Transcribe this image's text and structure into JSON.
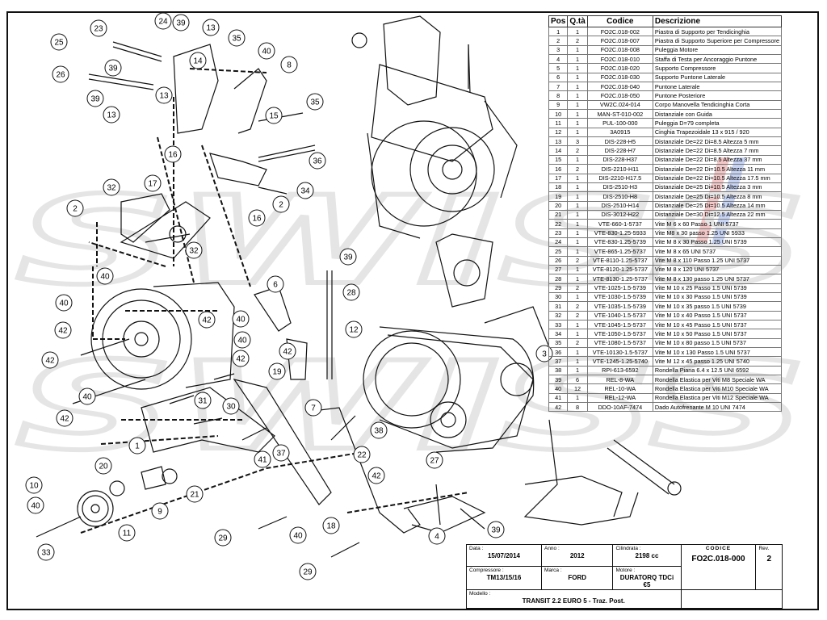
{
  "table": {
    "headers": [
      "Pos",
      "Q.tà",
      "Codice",
      "Descrizione"
    ],
    "rows": [
      [
        "1",
        "1",
        "FO2C.018-002",
        "Piastra di Supporto per Tendicinghia"
      ],
      [
        "2",
        "2",
        "FO2C.018-007",
        "Piastra di Supporto Superiore per Compressore"
      ],
      [
        "3",
        "1",
        "FO2C.018-008",
        "Puleggia Motore"
      ],
      [
        "4",
        "1",
        "FO2C.018-010",
        "Staffa di Testa per Ancoraggio Puntone"
      ],
      [
        "5",
        "1",
        "FO2C.018-020",
        "Supporto Compressore"
      ],
      [
        "6",
        "1",
        "FO2C.018-030",
        "Supporto Puntone Laterale"
      ],
      [
        "7",
        "1",
        "FO2C.018-040",
        "Puntone Laterale"
      ],
      [
        "8",
        "1",
        "FO2C.018-050",
        "Puntone Posteriore"
      ],
      [
        "9",
        "1",
        "VW2C.024-014",
        "Corpo Manovella Tendicinghia Corta"
      ],
      [
        "10",
        "1",
        "MAN-ST-010-002",
        "Distanziale con Guida"
      ],
      [
        "11",
        "1",
        "PUL-100-000",
        "Puleggia D=79 completa"
      ],
      [
        "12",
        "1",
        "3A0915",
        "Cinghia Trapezoidale 13 x 915 / 920"
      ],
      [
        "13",
        "3",
        "DIS-228-H5",
        "Distanziale De=22 Di=8.5 Altezza 5 mm"
      ],
      [
        "14",
        "2",
        "DIS-228-H7",
        "Distanziale De=22 Di=8.5 Altezza 7 mm"
      ],
      [
        "15",
        "1",
        "DIS-228-H37",
        "Distanziale De=22 Di=8.5 Altezza 37 mm"
      ],
      [
        "16",
        "2",
        "DIS-2210-H11",
        "Distanziale De=22 Di=10.5 Altezza 11 mm"
      ],
      [
        "17",
        "1",
        "DIS-2210-H17.5",
        "Distanziale De=22 Di=10.5 Altezza 17.5 mm"
      ],
      [
        "18",
        "1",
        "DIS-2510-H3",
        "Distanziale De=25 Di=10.5 Altezza 3 mm"
      ],
      [
        "19",
        "1",
        "DIS-2510-H8",
        "Distanziale De=25 Di=10.5 Altezza 8 mm"
      ],
      [
        "20",
        "1",
        "DIS-2510-H14",
        "Distanziale De=25 Di=10.5 Altezza 14 mm"
      ],
      [
        "21",
        "1",
        "DIS-3012-H22",
        "Distanziale De=30 Di=12.5 Altezza 22 mm"
      ],
      [
        "22",
        "1",
        "VTE-660-1-5737",
        "Vite M 6 x 60 Passo 1 UNI 5737"
      ],
      [
        "23",
        "1",
        "VTE-830-1.25-5933",
        "Vite M8 x 30 passo 1.25 UNI 5933"
      ],
      [
        "24",
        "1",
        "VTE-830-1.25-5739",
        "Vite M 8 x 30 Passo 1.25 UNI 5739"
      ],
      [
        "25",
        "1",
        "VTE-865-1.25-5737",
        "Vite M 8 x 65 UNI 5737"
      ],
      [
        "26",
        "2",
        "VTE-8110-1.25-5737",
        "Vite M 8 x 110 Passo 1.25 UNI 5737"
      ],
      [
        "27",
        "1",
        "VTE-8120-1.25-5737",
        "Vite M 8 x 120 UNI 5737"
      ],
      [
        "28",
        "1",
        "VTE-8130-1.25-5737",
        "Vite M 8 x 130 passo 1.25 UNI 5737"
      ],
      [
        "29",
        "2",
        "VTE-1025-1.5-5739",
        "Vite M 10 x 25 Passo 1.5 UNI 5739"
      ],
      [
        "30",
        "1",
        "VTE-1030-1.5-5739",
        "Vite M 10 x 30 Passo 1.5 UNI 5739"
      ],
      [
        "31",
        "2",
        "VTE-1035-1.5-5739",
        "Vite M 10 x 35 passo 1.5 UNI 5739"
      ],
      [
        "32",
        "2",
        "VTE-1040-1.5-5737",
        "Vite M 10 x 40 Passo 1.5 UNI 5737"
      ],
      [
        "33",
        "1",
        "VTE-1045-1.5-5737",
        "Vite M 10 x 45 Passo 1.5 UNI 5737"
      ],
      [
        "34",
        "1",
        "VTE-1050-1.5-5737",
        "Vite M 10 x 50 Passo 1.5 UNI 5737"
      ],
      [
        "35",
        "2",
        "VTE-1080-1.5-5737",
        "Vite M 10 x 80 passo 1.5 UNI 5737"
      ],
      [
        "36",
        "1",
        "VTE-10130-1.5-5737",
        "Vite M 10 x 130 Passo 1.5 UNI 5737"
      ],
      [
        "37",
        "1",
        "VTE-1245-1.25-5740",
        "Vite M 12 x 45 passo 1.25 UNI 5740"
      ],
      [
        "38",
        "1",
        "RPI-613-6592",
        "Rondella Piana 6.4 x 12.5 UNI 6592"
      ],
      [
        "39",
        "6",
        "REL-8-WA",
        "Rondella Elastica per Viti M8 Speciale WA"
      ],
      [
        "40",
        "12",
        "REL-10-WA",
        "Rondella Elastica per Viti M10 Speciale WA"
      ],
      [
        "41",
        "1",
        "REL-12-WA",
        "Rondella Elastica per Viti M12 Speciale WA"
      ],
      [
        "42",
        "8",
        "DDO-10AF-7474",
        "Dado Autofrenante M 10 UNI 7474"
      ]
    ]
  },
  "title_block": {
    "data_label": "Data :",
    "data": "15/07/2014",
    "anno_label": "Anno :",
    "anno": "2012",
    "cilindrata_label": "Cilindrata :",
    "cilindrata": "2198 cc",
    "codice_label": "CODICE",
    "codice": "FO2C.018-000",
    "rev_label": "Rev.",
    "rev": "2",
    "compressore_label": "Compressore :",
    "compressore": "TM13/15/16",
    "marca_label": "Marca :",
    "marca": "FORD",
    "motore_label": "Motore :",
    "motore": "DURATORQ TDCi €5",
    "modello_label": "Modello :",
    "modello": "TRANSIT 2.2 EURO 5 - Traz. Post."
  },
  "callouts": [
    "1",
    "2",
    "2",
    "3",
    "4",
    "6",
    "7",
    "8",
    "9",
    "10",
    "11",
    "12",
    "13",
    "13",
    "13",
    "14",
    "15",
    "16",
    "16",
    "17",
    "18",
    "19",
    "20",
    "21",
    "22",
    "23",
    "24",
    "25",
    "26",
    "27",
    "28",
    "29",
    "29",
    "30",
    "31",
    "32",
    "32",
    "33",
    "34",
    "35",
    "35",
    "36",
    "37",
    "38",
    "39",
    "39",
    "39",
    "39",
    "39",
    "40",
    "40",
    "40",
    "40",
    "40",
    "40",
    "40",
    "40",
    "41",
    "42",
    "42",
    "42",
    "42",
    "42",
    "42",
    "42"
  ],
  "watermark": {
    "text": "SWISS"
  },
  "colors": {
    "line": "#111111",
    "watermark": "#d9d9d9",
    "wm_red": "#e23b3b",
    "wm_blue": "#3b6fe2"
  }
}
